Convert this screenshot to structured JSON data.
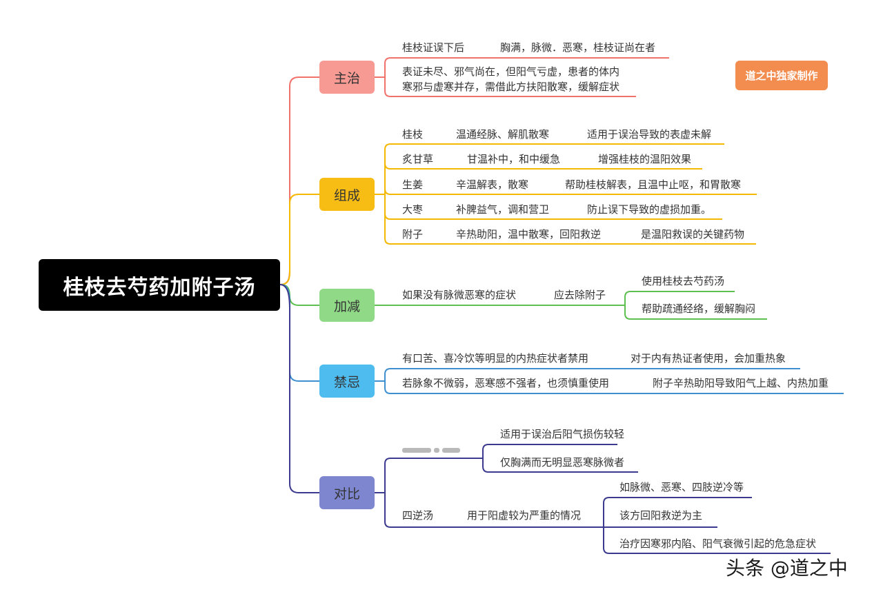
{
  "title": "桂枝去芍药加附子汤",
  "badge": "道之中独家制作",
  "watermark": "头条 @道之中",
  "colors": {
    "zhuzhi": "#f2716a",
    "zucheng": "#f5b800",
    "jiajian": "#5cbf50",
    "jinji": "#3d8fd0",
    "duibi": "#3b3a8f"
  },
  "branches": {
    "zhuzhi": {
      "label": "主治",
      "r1": {
        "a": "桂枝证误下后",
        "b": "胸满，脉微．恶寒，桂枝证尚在者"
      },
      "r2": {
        "line1": "表证未尽、邪气尚在，但阳气亏虚，患者的体内",
        "line2": "寒邪与虚寒并存，需借此方扶阳散寒，缓解症状"
      }
    },
    "zucheng": {
      "label": "组成",
      "rows": [
        {
          "herb": "桂枝",
          "effect": "温通经脉、解肌散寒",
          "role": "适用于误治导致的表虚未解"
        },
        {
          "herb": "炙甘草",
          "effect": "甘温补中，和中缓急",
          "role": "增强桂枝的温阳效果"
        },
        {
          "herb": "生姜",
          "effect": "辛温解表，散寒",
          "role": "帮助桂枝解表，且温中止呕，和胃散寒"
        },
        {
          "herb": "大枣",
          "effect": "补脾益气，调和营卫",
          "role": "防止误下导致的虚损加重。"
        },
        {
          "herb": "附子",
          "effect": "辛热助阳，温中散寒，回阳救逆",
          "role": "是温阳救误的关键药物"
        }
      ]
    },
    "jiajian": {
      "label": "加减",
      "condition": "如果没有脉微恶寒的症状",
      "action": "应去除附子",
      "results": [
        "使用桂枝去芍药汤",
        "帮助疏通经络，缓解胸闷"
      ]
    },
    "jinji": {
      "label": "禁忌",
      "rows": [
        {
          "a": "有口苦、喜冷饮等明显的内热症状者禁用",
          "b": "对于内有热证者使用，会加重热象"
        },
        {
          "a": "若脉象不微弱，恶寒感不强者，也须慎重使用",
          "b": "附子辛热助阳导致阳气上越、内热加重"
        }
      ]
    },
    "duibi": {
      "label": "对比",
      "item1": {
        "results": [
          "适用于误治后阳气损伤较轻",
          "仅胸满而无明显恶寒脉微者"
        ]
      },
      "item2": {
        "name": "四逆汤",
        "desc": "用于阳虚较为严重的情况",
        "results": [
          "如脉微、恶寒、四肢逆冷等",
          "该方回阳救逆为主",
          "治疗因寒邪内陷、阳气衰微引起的危急症状"
        ]
      }
    }
  }
}
